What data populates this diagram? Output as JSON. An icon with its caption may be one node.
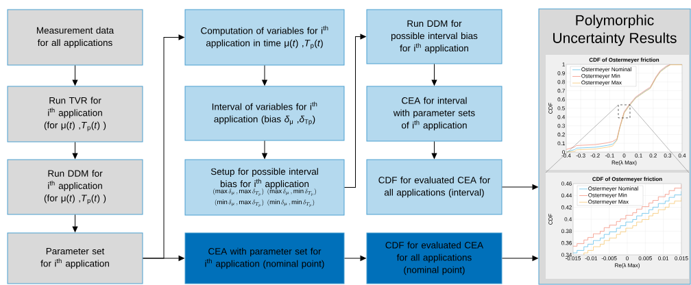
{
  "diagram": {
    "nodes": [
      {
        "text": [
          "Measurement data for all applications"
        ]
      },
      {
        "text": [
          "Run TVR for i$^{th}$ application (for μ(*t*) ,*T*$_{p}$(*t*) )"
        ]
      },
      {
        "text": [
          "Run DDM for i$^{th}$ application (for μ(*t*) ,*T*$_{p}$(*t*) )"
        ]
      },
      {
        "text": [
          "Parameter set for i$^{th}$ application"
        ]
      },
      {
        "text": [
          "Computation of variables for i$^{th}$ application in time μ(*t*) ,*T*$_{p}$(*t*)"
        ]
      },
      {
        "text": [
          "Interval of variables for i$^{th}$ application (bias *δ*$_{μ}$ ,*δ*$_{Tp}$)"
        ]
      },
      {
        "text": [
          "Setup for possible interval bias for i$^{th}$ application",
          "(\\max\\delta_{\\mu}\\,,\\max\\delta_{T_p})",
          "(\\max\\delta_{\\mu}\\,,\\min\\delta_{T_p})",
          "(\\min\\delta_{\\mu}\\,,\\max\\delta_{T_p})",
          "(\\min\\delta_{\\mu}\\,,\\min\\delta_{T_p})"
        ]
      },
      {
        "text": [
          "CEA with parameter set for i$^{th}$ application (nominal point)"
        ]
      },
      {
        "text": [
          "Run DDM for possible interval bias for i$^{th}$ application"
        ]
      },
      {
        "text": [
          "CEA for interval with parameter sets of i$^{th}$ application"
        ]
      },
      {
        "text": [
          "CDF for evaluated CEA for all applications (interval)"
        ]
      },
      {
        "text": [
          "CDF for evaluated CEA for all applications (nominal point)"
        ]
      },
      {
        "text": [
          "Polymorphic Uncertainty Results"
        ]
      }
    ],
    "edges": [
      {
        "from": 0,
        "to": 1,
        "arrow": "to"
      },
      {
        "from": 1,
        "to": 2,
        "arrow": "to"
      },
      {
        "from": 2,
        "to": 3,
        "arrow": "to"
      },
      {
        "from": 3,
        "to": 4,
        "arrow": "to"
      },
      {
        "from": 3,
        "to": 7,
        "arrow": "to"
      },
      {
        "from": 4,
        "to": 5,
        "arrow": "to"
      },
      {
        "from": 5,
        "to": 6,
        "arrow": "to"
      },
      {
        "from": 6,
        "to": 8,
        "arrow": "to"
      },
      {
        "from": 8,
        "to": 9,
        "arrow": "to"
      },
      {
        "from": 9,
        "to": 10,
        "arrow": "to"
      },
      {
        "from": 10,
        "to": 12,
        "arrow": "to"
      },
      {
        "from": 7,
        "to": 11,
        "arrow": "to"
      },
      {
        "from": 11,
        "to": 12,
        "arrow": "to"
      }
    ],
    "labels": [
      "CDF of Ostermeyer friction",
      "1",
      "0.9",
      "0.8",
      "0.7",
      "0.6",
      "0.5",
      "0.4",
      "0.3",
      "0.2",
      "0.1",
      "0",
      "CDF",
      "-0.4",
      "-0.3",
      "-0.2",
      "-0.1",
      "0",
      "0.1",
      "0.2",
      "0.3",
      "0.4",
      "Re(λ Max)",
      "CDF of Ostermeyer friction",
      "0.46",
      "0.44",
      "0.42",
      "0.4",
      "0.38",
      "0.36",
      "0.34",
      "CDF",
      "-0.015",
      "-0.01",
      "-0.005",
      "0",
      "0.005",
      "0.01",
      "0.015",
      "Re(λ Max)"
    ],
    "legend": [
      {
        "text": "Ostermeyer Nominal"
      },
      {
        "text": "Ostermeyer Min"
      },
      {
        "text": "Ostermeyer Max"
      },
      {
        "text": "Ostermeyer Nominal"
      },
      {
        "text": "Ostermeyer Min"
      },
      {
        "text": "Ostermeyer Max"
      }
    ]
  }
}
